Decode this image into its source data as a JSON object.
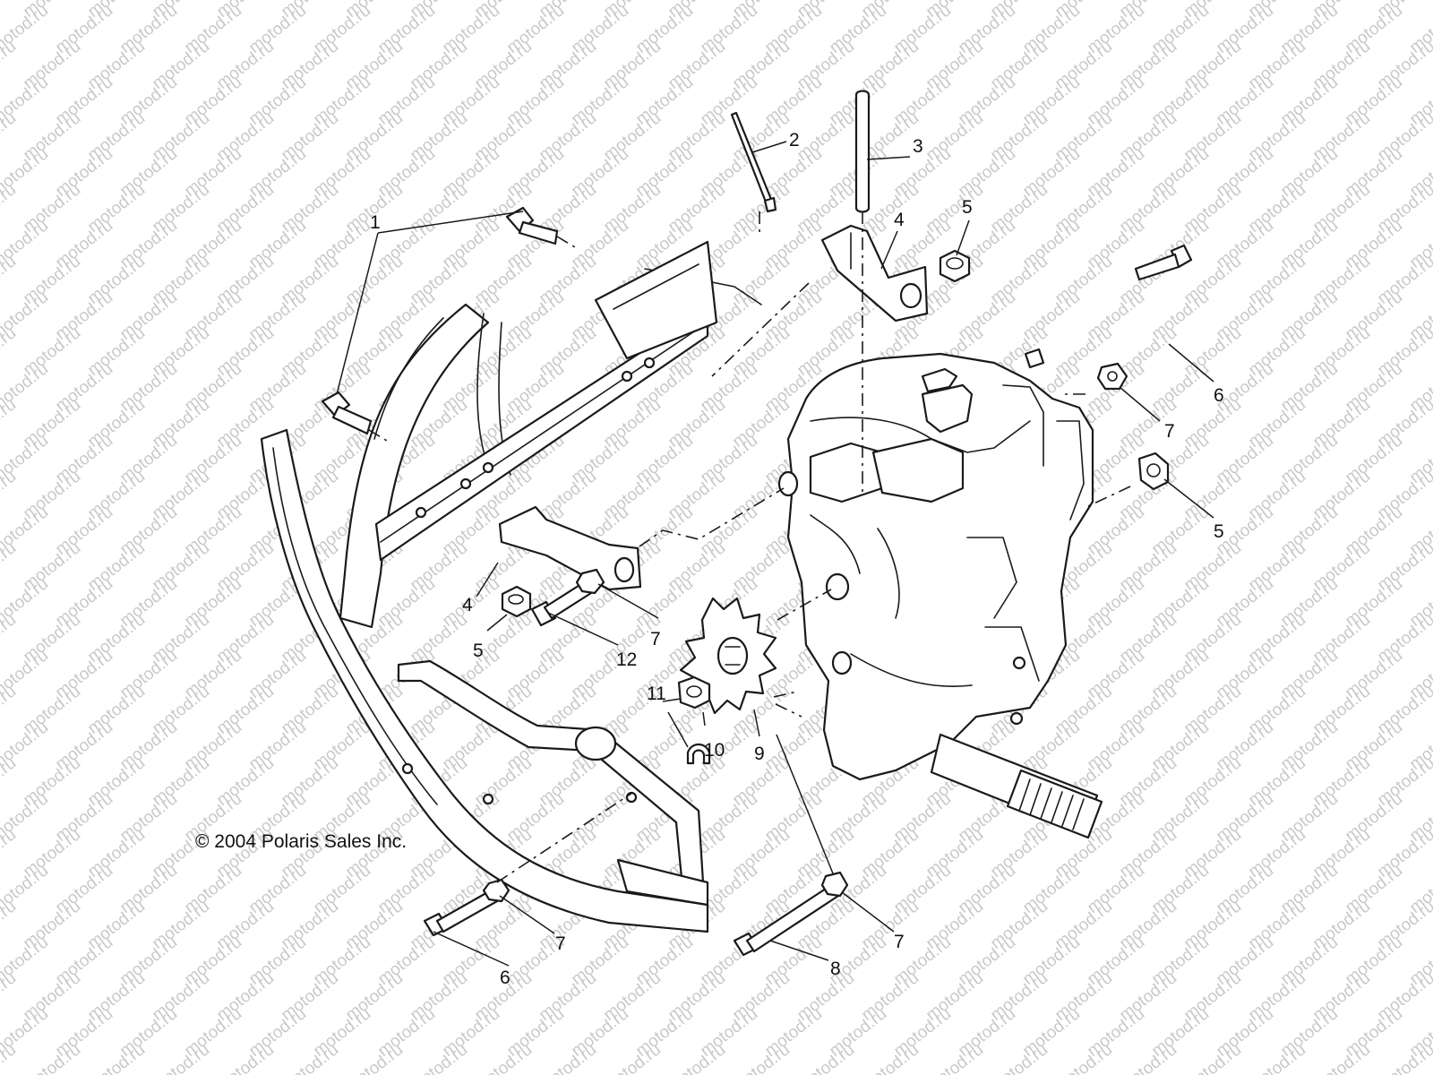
{
  "watermark": {
    "text": "motod.ru",
    "color": "#c9c9c9"
  },
  "copyright": "© 2004 Polaris Sales Inc.",
  "callouts": [
    {
      "id": "c1",
      "text": "1"
    },
    {
      "id": "c2",
      "text": "2"
    },
    {
      "id": "c3",
      "text": "3"
    },
    {
      "id": "c4a",
      "text": "4"
    },
    {
      "id": "c5a",
      "text": "5"
    },
    {
      "id": "c6a",
      "text": "6"
    },
    {
      "id": "c7a",
      "text": "7"
    },
    {
      "id": "c5b",
      "text": "5"
    },
    {
      "id": "c4b",
      "text": "4"
    },
    {
      "id": "c5c",
      "text": "5"
    },
    {
      "id": "c12",
      "text": "12"
    },
    {
      "id": "c7b",
      "text": "7"
    },
    {
      "id": "c11",
      "text": "11"
    },
    {
      "id": "c10",
      "text": "10"
    },
    {
      "id": "c9",
      "text": "9"
    },
    {
      "id": "c7c",
      "text": "7"
    },
    {
      "id": "c6b",
      "text": "6"
    },
    {
      "id": "c8",
      "text": "8"
    },
    {
      "id": "c7d",
      "text": "7"
    }
  ]
}
